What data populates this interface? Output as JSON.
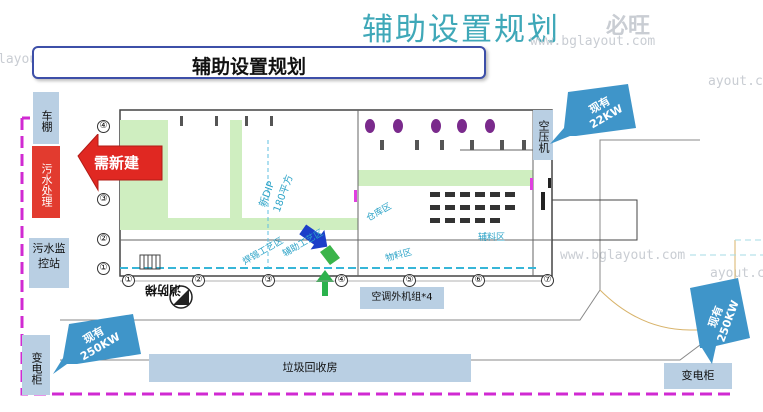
{
  "header": {
    "title_large": "辅助设置规划",
    "title_box": "辅助设置规划"
  },
  "watermarks": {
    "brand": "必旺",
    "url_1": "www.bglayout.com",
    "url_2": "www.bglayout.com",
    "url_3": "layout.com",
    "url_4": "ayout.com",
    "url_5": "ayout.co"
  },
  "facilities": {
    "shed": "车棚",
    "sewage_treatment": "污水处理",
    "sewage_monitor": "污水监控站",
    "air_compressor": "空压机",
    "transformer_left": "变电柜",
    "transformer_right": "变电柜",
    "garbage_room": "垃圾回收房",
    "ac_outdoor": "空调外机组*4",
    "stair": "消防梯"
  },
  "callouts": {
    "need_new": "需新建",
    "existing_22kw": "现有22KW",
    "existing_250kw_left": "现有250KW",
    "existing_250kw_right": "现有250KW"
  },
  "plan_labels": {
    "dip_area": "新DIP 180平方",
    "cyan_1": "焊锡工艺区",
    "cyan_2": "辅助工艺区",
    "cyan_3": "仓库区",
    "cyan_4": "物料区",
    "cyan_5": "辅料区"
  },
  "axes": [
    "①",
    "②",
    "③",
    "④",
    "⑤",
    "⑥",
    "⑦"
  ],
  "colors": {
    "boundary": "#d02ad2",
    "accent_title": "#3fa8b8",
    "callout": "#3f95c9",
    "new_build": "#e02822"
  }
}
